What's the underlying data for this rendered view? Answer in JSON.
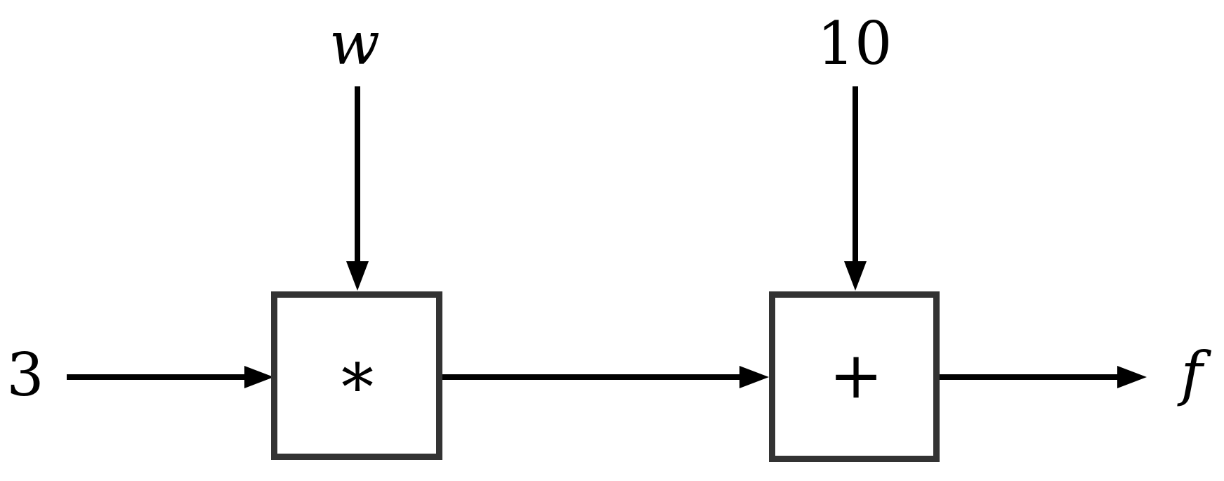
{
  "figure": {
    "kind": "dataflow-computational-graph",
    "labels": {
      "left_input": "3",
      "top_input_multiply": "w",
      "top_input_add": "10",
      "output": "f"
    },
    "nodes": {
      "multiply_symbol": "∗",
      "add_symbol": "+"
    },
    "colors": {
      "ink": "#000000",
      "box_border": "#333333",
      "background": "#ffffff"
    }
  }
}
